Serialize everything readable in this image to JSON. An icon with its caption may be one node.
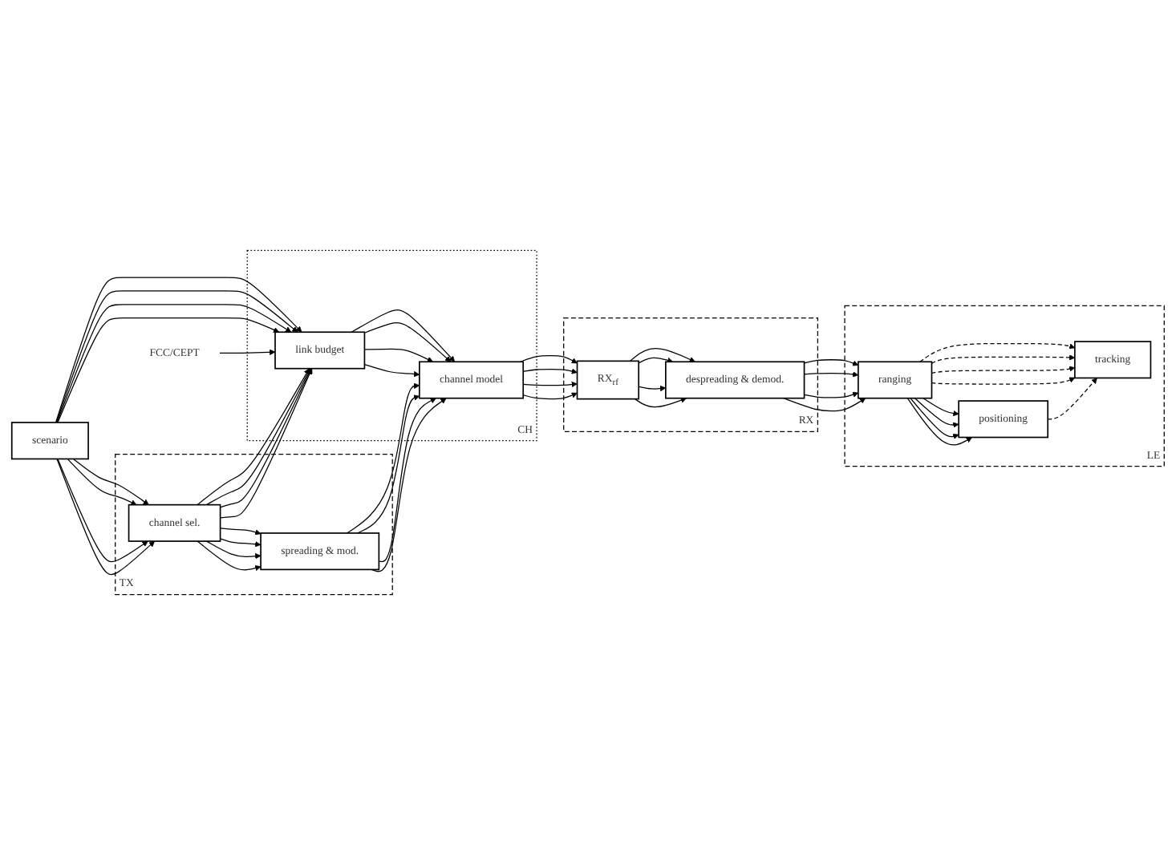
{
  "diagram": {
    "nodes": [
      {
        "text": [
          "LE"
        ]
      },
      {
        "text": [
          "positioning"
        ],
        "in": 0
      },
      {
        "text": [
          "tracking"
        ],
        "in": 0
      },
      {
        "text": [
          "ranging"
        ],
        "in": 0
      },
      {
        "text": [
          "scenario"
        ]
      },
      {
        "text": [
          "FCC/CEPT"
        ]
      },
      {
        "text": [
          "TX"
        ]
      },
      {
        "text": [
          "channel sel."
        ],
        "in": 6
      },
      {
        "text": [
          "spreading & mod."
        ],
        "in": 6
      },
      {
        "text": [
          "CH"
        ]
      },
      {
        "text": [
          "link budget"
        ],
        "in": 9
      },
      {
        "text": [
          "channel model"
        ],
        "in": 9
      },
      {
        "text": [
          "RX"
        ]
      },
      {
        "text": [
          "despreading & demod."
        ],
        "in": 12
      },
      {
        "text": [
          "RX$_{rf}$"
        ],
        "in": 12
      }
    ],
    "edges": [
      {
        "from": 4,
        "to": 7,
        "arrow": "to"
      },
      {
        "from": 4,
        "to": 7,
        "arrow": "to"
      },
      {
        "from": 4,
        "to": 7,
        "arrow": "to"
      },
      {
        "from": 4,
        "to": 7,
        "arrow": "to"
      },
      {
        "from": 4,
        "to": 10,
        "arrow": "to"
      },
      {
        "from": 4,
        "to": 10,
        "arrow": "to"
      },
      {
        "from": 4,
        "to": 10,
        "arrow": "to"
      },
      {
        "from": 4,
        "to": 10,
        "arrow": "to"
      },
      {
        "from": 5,
        "to": 10,
        "arrow": "to"
      },
      {
        "from": 7,
        "to": 10,
        "arrow": "to"
      },
      {
        "from": 7,
        "to": 10,
        "arrow": "to"
      },
      {
        "from": 7,
        "to": 10,
        "arrow": "to"
      },
      {
        "from": 7,
        "to": 10,
        "arrow": "to"
      },
      {
        "from": 7,
        "to": 8,
        "arrow": "to"
      },
      {
        "from": 7,
        "to": 8,
        "arrow": "to"
      },
      {
        "from": 7,
        "to": 8,
        "arrow": "to"
      },
      {
        "from": 7,
        "to": 8,
        "arrow": "to"
      },
      {
        "from": 10,
        "to": 11,
        "arrow": "to"
      },
      {
        "from": 10,
        "to": 11,
        "arrow": "to"
      },
      {
        "from": 10,
        "to": 11,
        "arrow": "to"
      },
      {
        "from": 10,
        "to": 11,
        "arrow": "to"
      },
      {
        "from": 8,
        "to": 11,
        "arrow": "to"
      },
      {
        "from": 8,
        "to": 11,
        "arrow": "to"
      },
      {
        "from": 8,
        "to": 11,
        "arrow": "to"
      },
      {
        "from": 8,
        "to": 11,
        "arrow": "to"
      },
      {
        "from": 11,
        "to": 14,
        "arrow": "to"
      },
      {
        "from": 11,
        "to": 14,
        "arrow": "to"
      },
      {
        "from": 11,
        "to": 14,
        "arrow": "to"
      },
      {
        "from": 11,
        "to": 14,
        "arrow": "to"
      },
      {
        "from": 14,
        "to": 13,
        "arrow": "to"
      },
      {
        "from": 14,
        "to": 13,
        "arrow": "to"
      },
      {
        "from": 14,
        "to": 13,
        "arrow": "to"
      },
      {
        "from": 14,
        "to": 13,
        "arrow": "to"
      },
      {
        "from": 13,
        "to": 3,
        "arrow": "to"
      },
      {
        "from": 13,
        "to": 3,
        "arrow": "to"
      },
      {
        "from": 13,
        "to": 3,
        "arrow": "to"
      },
      {
        "from": 13,
        "to": 3,
        "arrow": "to"
      },
      {
        "from": 3,
        "to": 1,
        "arrow": "to"
      },
      {
        "from": 3,
        "to": 1,
        "arrow": "to"
      },
      {
        "from": 3,
        "to": 1,
        "arrow": "to"
      },
      {
        "from": 3,
        "to": 1,
        "arrow": "to"
      },
      {
        "from": 3,
        "to": 2,
        "arrow": "to",
        "style": "dashed"
      },
      {
        "from": 3,
        "to": 2,
        "arrow": "to",
        "style": "dashed"
      },
      {
        "from": 3,
        "to": 2,
        "arrow": "to",
        "style": "dashed"
      },
      {
        "from": 3,
        "to": 2,
        "arrow": "to",
        "style": "dashed"
      },
      {
        "from": 1,
        "to": 2,
        "arrow": "to",
        "style": "dashed"
      }
    ]
  }
}
